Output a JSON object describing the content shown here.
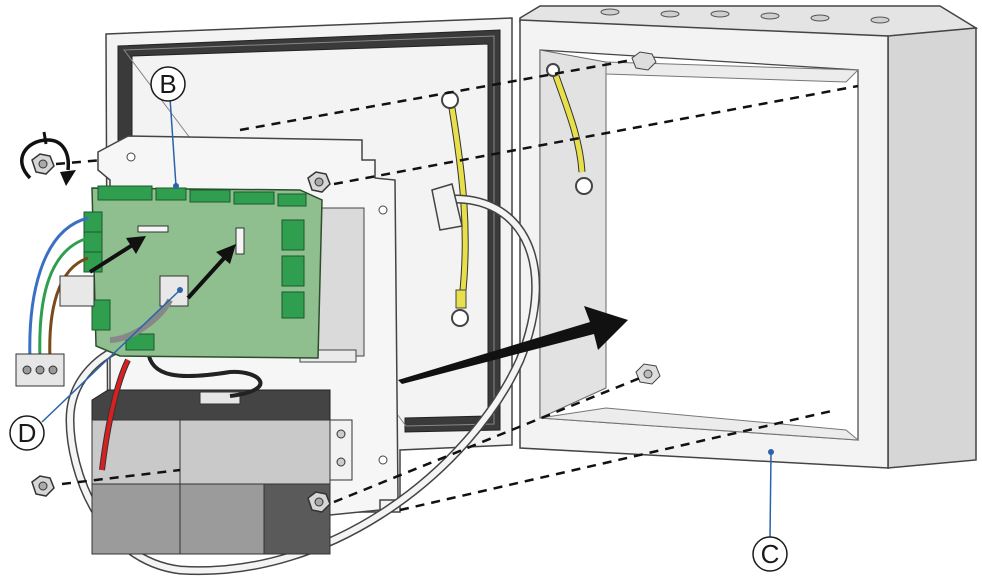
{
  "callouts": {
    "b": "B",
    "c": "C",
    "d": "D"
  },
  "colors": {
    "pcb": "#8fbf8f",
    "connector": "#2f9e4f",
    "enclosure": "#f2f2f2",
    "gasket": "#3a3a3a",
    "ground_wire": "#e8e04a",
    "red_wire": "#d82020",
    "blue_wire": "#3b6fc4",
    "brown_wire": "#7a4a1a",
    "callout_line": "#2a63a8"
  },
  "icons": [
    "rotate-arrow-icon",
    "direction-arrow-icon"
  ]
}
